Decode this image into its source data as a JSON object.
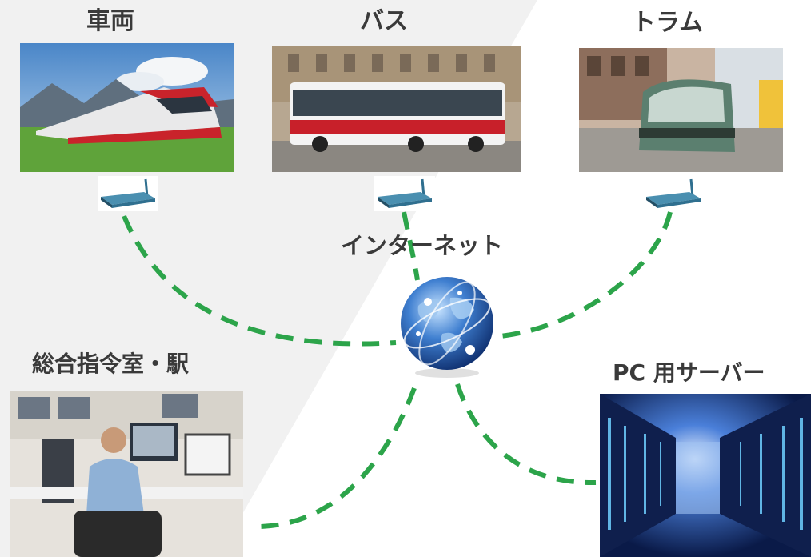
{
  "nodes": {
    "vehicle": {
      "label": "車両"
    },
    "bus": {
      "label": "バス"
    },
    "tram": {
      "label": "トラム"
    },
    "internet": {
      "label": "インターネット"
    },
    "control_room": {
      "label": "総合指令室・駅"
    },
    "server": {
      "label": "PC 用サーバー"
    }
  },
  "colors": {
    "link": "#2ca44a",
    "label": "#3a3a3a",
    "background_panel": "#f1f1f1",
    "router": "#2f6f8f"
  },
  "icons": [
    "router-icon",
    "globe-icon"
  ]
}
